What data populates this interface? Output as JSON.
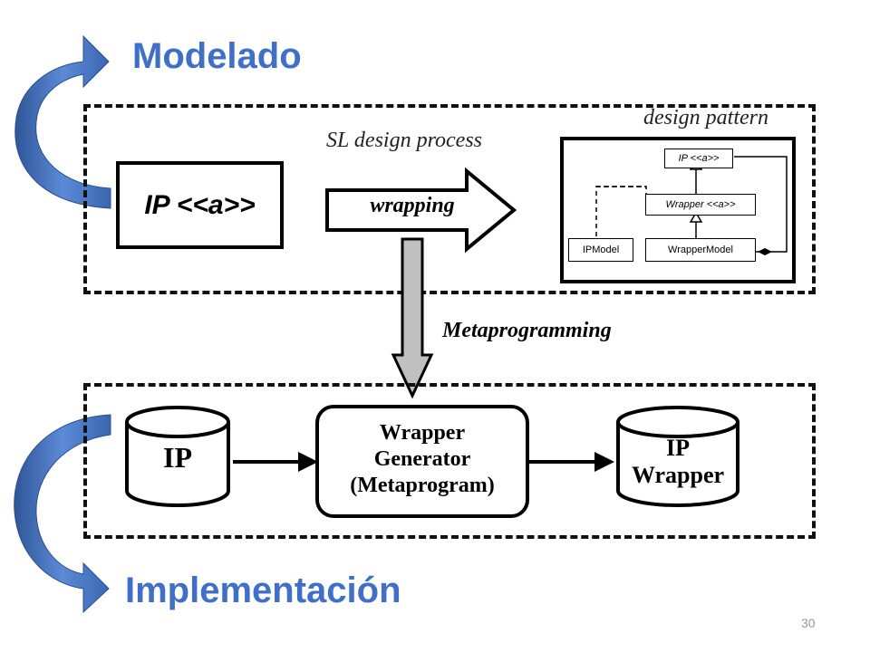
{
  "slide": {
    "top_title": "Modelado",
    "bottom_title": "Implementación",
    "page_number": "30"
  },
  "design": {
    "pattern_label": "design pattern",
    "process_label": "SL design process",
    "ip_box": "IP <<a>>",
    "wrapping": "wrapping",
    "uml": {
      "ip_a": "IP <<a>>",
      "wrapper_a": "Wrapper <<a>>",
      "ipmodel": "IPModel",
      "wrappermodel": "WrapperModel"
    }
  },
  "metaprogramming": "Metaprogramming",
  "implementation": {
    "ip_db": "IP",
    "generator": [
      "Wrapper",
      "Generator",
      "(Metaprogram)"
    ],
    "wrapper_db": [
      "IP",
      "Wrapper"
    ]
  },
  "colors": {
    "title_blue": "#3f6fc6",
    "arrow_blue_dark": "#2f5597",
    "arrow_blue_light": "#5b8ad6",
    "metaprog_arrow": "#c0c0c0"
  }
}
